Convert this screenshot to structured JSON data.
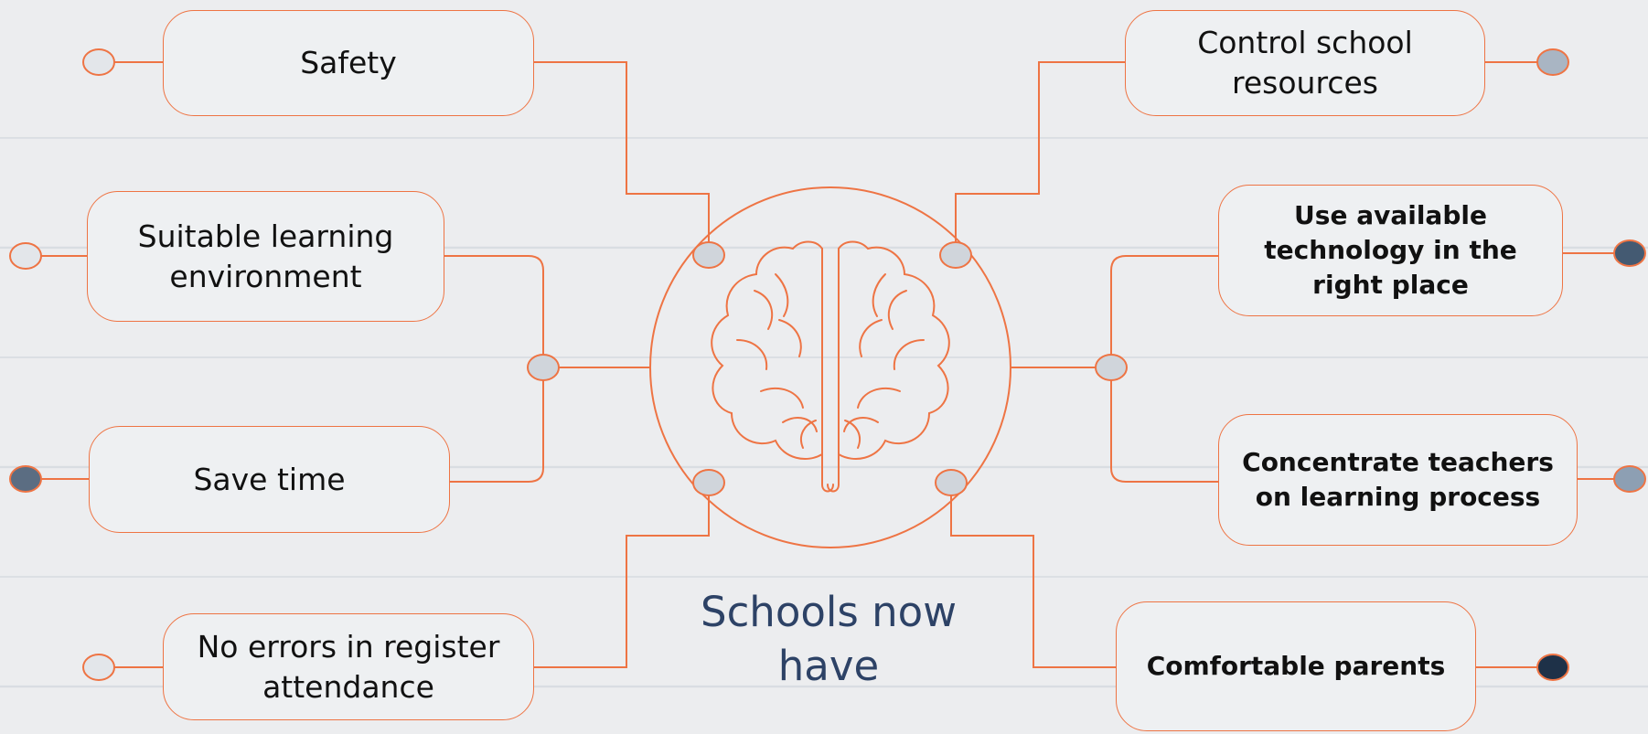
{
  "title": "Schools now have",
  "nodes": {
    "safety": "Safety",
    "suitable_learning": "Suitable learning environment",
    "save_time": "Save time",
    "no_errors": "No errors in register attendance",
    "control_resources": "Control school resources",
    "use_technology": "Use available technology in the right place",
    "concentrate_teachers": "Concentrate teachers on learning process",
    "comfortable_parents": "Comfortable parents"
  },
  "colors": {
    "line": "#ee7444",
    "title": "#2d4266",
    "dot_light": "#e3e6ea",
    "dot_mid": "#8d9fb3",
    "dot_dark": "#445a72",
    "dot_darkest": "#1e3148",
    "joint": "#d0d5db"
  }
}
